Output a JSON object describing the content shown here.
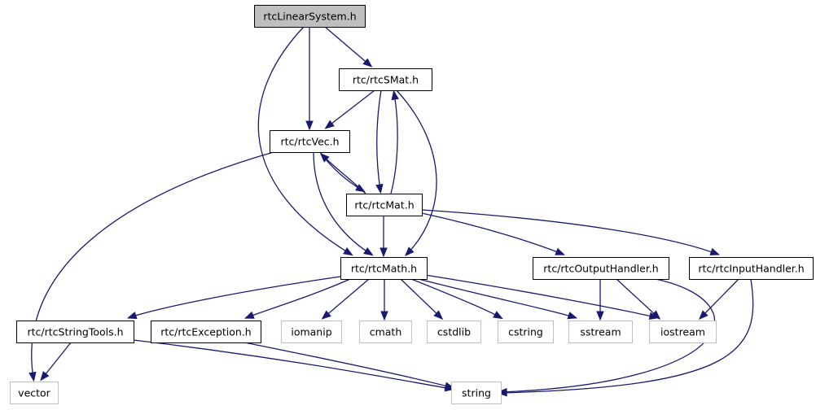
{
  "graph": {
    "nodes": [
      {
        "id": "rtcLinearSystem",
        "label": "rtcLinearSystem.h",
        "kind": "root"
      },
      {
        "id": "rtcSMat",
        "label": "rtc/rtcSMat.h",
        "kind": "project"
      },
      {
        "id": "rtcVec",
        "label": "rtc/rtcVec.h",
        "kind": "project"
      },
      {
        "id": "rtcMat",
        "label": "rtc/rtcMat.h",
        "kind": "project"
      },
      {
        "id": "rtcMath",
        "label": "rtc/rtcMath.h",
        "kind": "project"
      },
      {
        "id": "rtcOutputHandler",
        "label": "rtc/rtcOutputHandler.h",
        "kind": "project"
      },
      {
        "id": "rtcInputHandler",
        "label": "rtc/rtcInputHandler.h",
        "kind": "project"
      },
      {
        "id": "rtcStringTools",
        "label": "rtc/rtcStringTools.h",
        "kind": "project"
      },
      {
        "id": "rtcException",
        "label": "rtc/rtcException.h",
        "kind": "project"
      },
      {
        "id": "iomanip",
        "label": "iomanip",
        "kind": "system"
      },
      {
        "id": "cmath",
        "label": "cmath",
        "kind": "system"
      },
      {
        "id": "cstdlib",
        "label": "cstdlib",
        "kind": "system"
      },
      {
        "id": "cstring",
        "label": "cstring",
        "kind": "system"
      },
      {
        "id": "sstream",
        "label": "sstream",
        "kind": "system"
      },
      {
        "id": "iostream",
        "label": "iostream",
        "kind": "system"
      },
      {
        "id": "vector",
        "label": "vector",
        "kind": "system"
      },
      {
        "id": "string",
        "label": "string",
        "kind": "system"
      }
    ],
    "edges": [
      {
        "from": "rtcLinearSystem",
        "to": "rtcSMat"
      },
      {
        "from": "rtcLinearSystem",
        "to": "rtcVec"
      },
      {
        "from": "rtcLinearSystem",
        "to": "rtcMath"
      },
      {
        "from": "rtcSMat",
        "to": "rtcVec"
      },
      {
        "from": "rtcSMat",
        "to": "rtcMat"
      },
      {
        "from": "rtcSMat",
        "to": "rtcMath"
      },
      {
        "from": "rtcVec",
        "to": "rtcMat"
      },
      {
        "from": "rtcVec",
        "to": "rtcMath"
      },
      {
        "from": "rtcVec",
        "to": "vector"
      },
      {
        "from": "rtcMat",
        "to": "rtcVec"
      },
      {
        "from": "rtcMat",
        "to": "rtcSMat"
      },
      {
        "from": "rtcMat",
        "to": "rtcMath"
      },
      {
        "from": "rtcMat",
        "to": "rtcOutputHandler"
      },
      {
        "from": "rtcMat",
        "to": "rtcInputHandler"
      },
      {
        "from": "rtcMath",
        "to": "rtcStringTools"
      },
      {
        "from": "rtcMath",
        "to": "rtcException"
      },
      {
        "from": "rtcMath",
        "to": "iomanip"
      },
      {
        "from": "rtcMath",
        "to": "cmath"
      },
      {
        "from": "rtcMath",
        "to": "cstdlib"
      },
      {
        "from": "rtcMath",
        "to": "cstring"
      },
      {
        "from": "rtcMath",
        "to": "sstream"
      },
      {
        "from": "rtcMath",
        "to": "iostream"
      },
      {
        "from": "rtcOutputHandler",
        "to": "sstream"
      },
      {
        "from": "rtcOutputHandler",
        "to": "iostream"
      },
      {
        "from": "rtcOutputHandler",
        "to": "string"
      },
      {
        "from": "rtcInputHandler",
        "to": "iostream"
      },
      {
        "from": "rtcInputHandler",
        "to": "string"
      },
      {
        "from": "rtcStringTools",
        "to": "vector"
      },
      {
        "from": "rtcStringTools",
        "to": "string"
      },
      {
        "from": "rtcException",
        "to": "string"
      }
    ]
  },
  "colors": {
    "edge": "#191970",
    "root_fill": "#bfbfbf",
    "project_border": "#000000",
    "system_border": "#bfbfbf",
    "text": "#000000"
  }
}
